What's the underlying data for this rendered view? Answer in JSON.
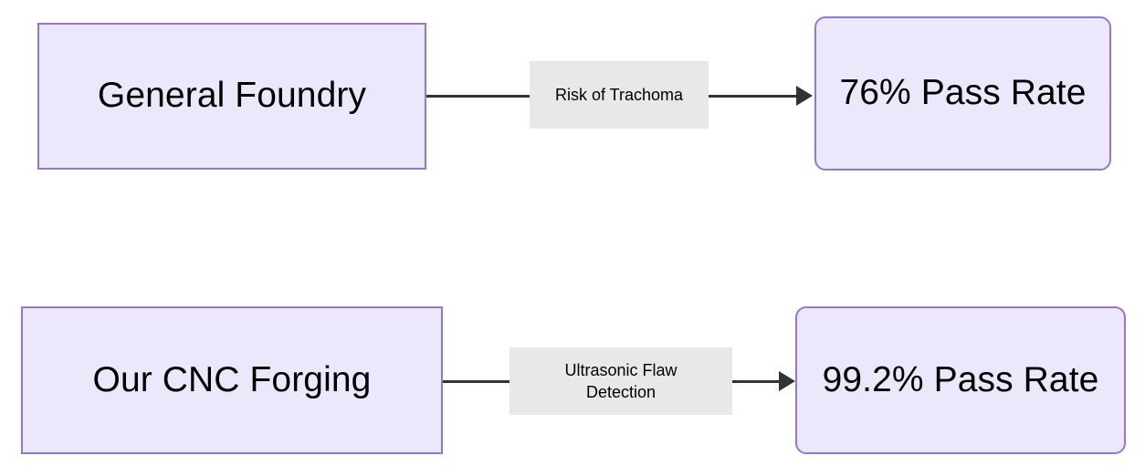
{
  "diagram": {
    "type": "flowchart",
    "orientation": "left-to-right",
    "background_color": "#ffffff",
    "node_fill_color": "#ECE8FB",
    "node_border_color": "#9575D6",
    "edge_color": "#333333",
    "edge_label_background": "#E8E8E8",
    "text_color": "#000000",
    "nodes": [
      {
        "id": "general-foundry",
        "label": "General Foundry",
        "shape": "rectangle"
      },
      {
        "id": "pass-rate-76",
        "label": "76% Pass Rate",
        "shape": "rounded-rectangle"
      },
      {
        "id": "cnc-forging",
        "label": "Our CNC Forging",
        "shape": "rectangle"
      },
      {
        "id": "pass-rate-99-2",
        "label": "99.2% Pass Rate",
        "shape": "rounded-rectangle"
      }
    ],
    "edges": [
      {
        "id": "edge-top",
        "from": "general-foundry",
        "to": "pass-rate-76",
        "label": "Risk of Trachoma",
        "label_lines": [
          "Risk of Trachoma"
        ],
        "arrow": "arrow-right-icon"
      },
      {
        "id": "edge-bottom",
        "from": "cnc-forging",
        "to": "pass-rate-99-2",
        "label": "Ultrasonic Flaw Detection",
        "label_lines": [
          "Ultrasonic Flaw",
          "Detection"
        ],
        "arrow": "arrow-right-icon"
      }
    ]
  }
}
